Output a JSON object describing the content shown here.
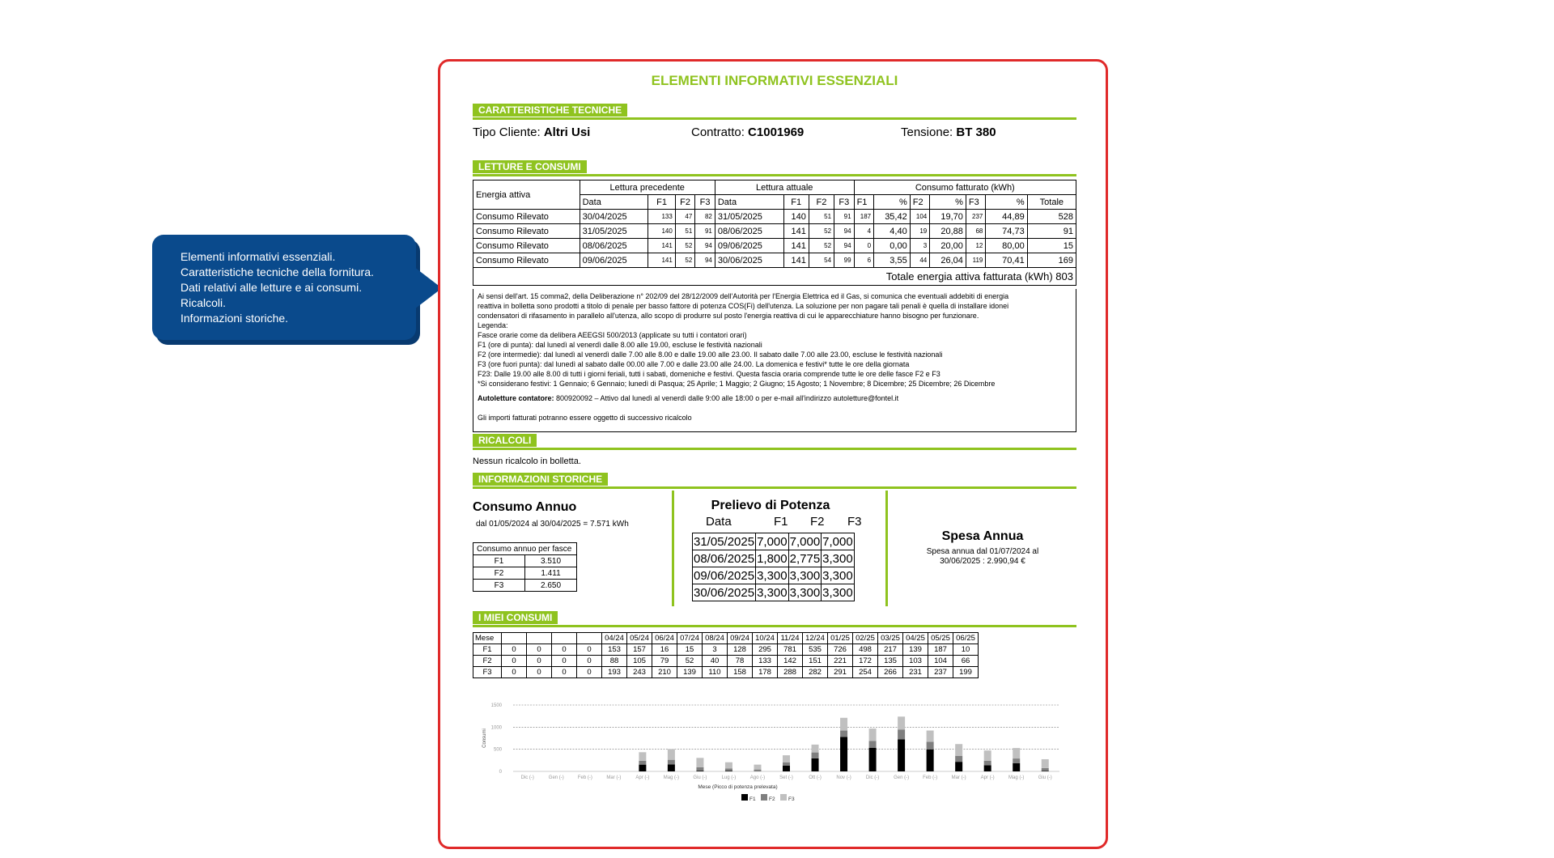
{
  "callout": {
    "lines": [
      "Elementi informativi essenziali.",
      "Caratteristiche tecniche della fornitura.",
      "Dati relativi alle letture e ai consumi.",
      "Ricalcoli.",
      "Informazioni storiche."
    ]
  },
  "document": {
    "title": "ELEMENTI INFORMATIVI ESSENZIALI",
    "sections": {
      "tech": "CARATTERISTICHE TECNICHE",
      "letture": "LETTURE E CONSUMI",
      "ricalcoli": "RICALCOLI",
      "storiche": "INFORMAZIONI STORICHE",
      "miei": "I MIEI CONSUMI"
    },
    "tech": {
      "tipo_label": "Tipo Cliente:",
      "tipo_value": "Altri Usi",
      "contratto_label": "Contratto:",
      "contratto_value": "C1001969",
      "tensione_label": "Tensione:",
      "tensione_value": "BT 380"
    },
    "letture": {
      "header_energia": "Energia attiva",
      "header_precedente": "Lettura precedente",
      "header_attuale": "Lettura attuale",
      "header_consumo": "Consumo fatturato (kWh)",
      "sub": {
        "data": "Data",
        "f1": "F1",
        "f2": "F2",
        "f3": "F3",
        "pct": "%",
        "totale": "Totale"
      },
      "rows": [
        [
          "Consumo Rilevato",
          "30/04/2025",
          "133",
          "47",
          "82",
          "31/05/2025",
          "140",
          "51",
          "91",
          "187",
          "35,42",
          "104",
          "19,70",
          "237",
          "44,89",
          "528"
        ],
        [
          "Consumo Rilevato",
          "31/05/2025",
          "140",
          "51",
          "91",
          "08/06/2025",
          "141",
          "52",
          "94",
          "4",
          "4,40",
          "19",
          "20,88",
          "68",
          "74,73",
          "91"
        ],
        [
          "Consumo Rilevato",
          "08/06/2025",
          "141",
          "52",
          "94",
          "09/06/2025",
          "141",
          "52",
          "94",
          "0",
          "0,00",
          "3",
          "20,00",
          "12",
          "80,00",
          "15"
        ],
        [
          "Consumo Rilevato",
          "09/06/2025",
          "141",
          "52",
          "94",
          "30/06/2025",
          "141",
          "54",
          "99",
          "6",
          "3,55",
          "44",
          "26,04",
          "119",
          "70,41",
          "169"
        ]
      ],
      "totale_label": "Totale energia attiva fatturata (kWh) 803"
    },
    "notes": {
      "lines": [
        "Ai sensi dell'art. 15 comma2, della Deliberazione n° 202/09 del 28/12/2009 dell'Autorità per l'Energia Elettrica ed il Gas, si comunica che eventuali addebiti di energia",
        "reattiva in bolletta sono prodotti a titolo di penale per basso fattore di potenza COS(Fi) dell'utenza. La soluzione per non pagare tali penali è quella di installare idonei",
        "condensatori di rifasamento in parallelo all'utenza, allo scopo di produrre sul posto l'energia reattiva di cui le apparecchiature hanno bisogno per funzionare.",
        "Legenda:",
        "Fasce orarie come da delibera AEEGSI 500/2013 (applicate su tutti i contatori orari)",
        "F1 (ore di punta): dal lunedì al venerdì dalle 8.00 alle 19.00, escluse le festività nazionali",
        "F2 (ore intermedie): dal lunedì al venerdì dalle 7.00 alle 8.00 e dalle 19.00 alle 23.00. Il sabato dalle 7.00 alle 23.00, escluse le festività nazionali",
        "F3 (ore fuori punta): dal lunedì al sabato dalle 00.00 alle 7.00 e dalle 23.00 alle 24.00. La domenica e festivi* tutte le ore della giornata",
        "F23: Dalle 19.00 alle 8.00 di tutti i giorni feriali, tutti i sabati, domeniche e festivi. Questa fascia oraria comprende tutte le ore delle fasce F2 e F3",
        "*Si considerano festivi: 1 Gennaio; 6 Gennaio; lunedì di Pasqua; 25 Aprile; 1 Maggio; 2 Giugno; 15 Agosto; 1 Novembre; 8 Dicembre; 25 Dicembre; 26 Dicembre"
      ],
      "auto_bold": "Autoletture contatore:",
      "auto_text": " 800920092 – Attivo dal lunedì al venerdì dalle 9:00 alle 18:00 o per e-mail all'indirizzo autoletture@fontel.it",
      "ricalcolo": "Gli importi fatturati potranno essere oggetto di successivo ricalcolo"
    },
    "ricalcoli_text": "Nessun ricalcolo in bolletta.",
    "consumo_annuo": {
      "title": "Consumo Annuo",
      "sub": "dal 01/05/2024 al 30/04/2025 = 7.571 kWh",
      "table_header": "Consumo annuo per fasce",
      "rows": [
        [
          "F1",
          "3.510"
        ],
        [
          "F2",
          "1.411"
        ],
        [
          "F3",
          "2.650"
        ]
      ]
    },
    "prelievo": {
      "title": "Prelievo di Potenza",
      "headers": [
        "Data",
        "F1",
        "F2",
        "F3"
      ],
      "rows": [
        [
          "31/05/2025",
          "7,000",
          "7,000",
          "7,000"
        ],
        [
          "08/06/2025",
          "1,800",
          "2,775",
          "3,300"
        ],
        [
          "09/06/2025",
          "3,300",
          "3,300",
          "3,300"
        ],
        [
          "30/06/2025",
          "3,300",
          "3,300",
          "3,300"
        ]
      ]
    },
    "spesa": {
      "title": "Spesa Annua",
      "sub": "Spesa annua dal 01/07/2024 al 30/06/2025 : 2.990,94 €"
    },
    "miei_consumi": {
      "header_label": "Mese",
      "months": [
        "",
        "",
        "",
        "",
        "04/24",
        "05/24",
        "06/24",
        "07/24",
        "08/24",
        "09/24",
        "10/24",
        "11/24",
        "12/24",
        "01/25",
        "02/25",
        "03/25",
        "04/25",
        "05/25",
        "06/25"
      ],
      "rows": [
        {
          "label": "F1",
          "values": [
            "0",
            "0",
            "0",
            "0",
            "153",
            "157",
            "16",
            "15",
            "3",
            "128",
            "295",
            "781",
            "535",
            "726",
            "498",
            "217",
            "139",
            "187",
            "10"
          ]
        },
        {
          "label": "F2",
          "values": [
            "0",
            "0",
            "0",
            "0",
            "88",
            "105",
            "79",
            "52",
            "40",
            "78",
            "133",
            "142",
            "151",
            "221",
            "172",
            "135",
            "103",
            "104",
            "66"
          ]
        },
        {
          "label": "F3",
          "values": [
            "0",
            "0",
            "0",
            "0",
            "193",
            "243",
            "210",
            "139",
            "110",
            "158",
            "178",
            "288",
            "282",
            "291",
            "254",
            "266",
            "231",
            "237",
            "199"
          ]
        }
      ]
    }
  },
  "chart_data": {
    "type": "bar",
    "stacked": true,
    "categories": [
      "Dic (-)",
      "Gen (-)",
      "Feb (-)",
      "Mar (-)",
      "Apr (-)",
      "Mag (-)",
      "Giu (-)",
      "Lug (-)",
      "Ago (-)",
      "Set (-)",
      "Ott (-)",
      "Nov (-)",
      "Dic (-)",
      "Gen (-)",
      "Feb (-)",
      "Mar (-)",
      "Apr (-)",
      "Mag (-)",
      "Giu (-)"
    ],
    "series": [
      {
        "name": "F1",
        "values": [
          0,
          0,
          0,
          0,
          153,
          157,
          16,
          15,
          3,
          128,
          295,
          781,
          535,
          726,
          498,
          217,
          139,
          187,
          10
        ]
      },
      {
        "name": "F2",
        "values": [
          0,
          0,
          0,
          0,
          88,
          105,
          79,
          52,
          40,
          78,
          133,
          142,
          151,
          221,
          172,
          135,
          103,
          104,
          66
        ]
      },
      {
        "name": "F3",
        "values": [
          0,
          0,
          0,
          0,
          193,
          243,
          210,
          139,
          110,
          158,
          178,
          288,
          282,
          291,
          254,
          266,
          231,
          237,
          199
        ]
      }
    ],
    "colors": {
      "F1": "#000000",
      "F2": "#7f7f7f",
      "F3": "#c0c0c0"
    },
    "ylim": [
      0,
      1500
    ],
    "yticks": [
      "0",
      "500",
      "1000",
      "1500"
    ],
    "ylabel": "Consumi",
    "xlabel": "Mese (Picco di potenza prelevata)",
    "legend": "bottom",
    "grid": true
  }
}
